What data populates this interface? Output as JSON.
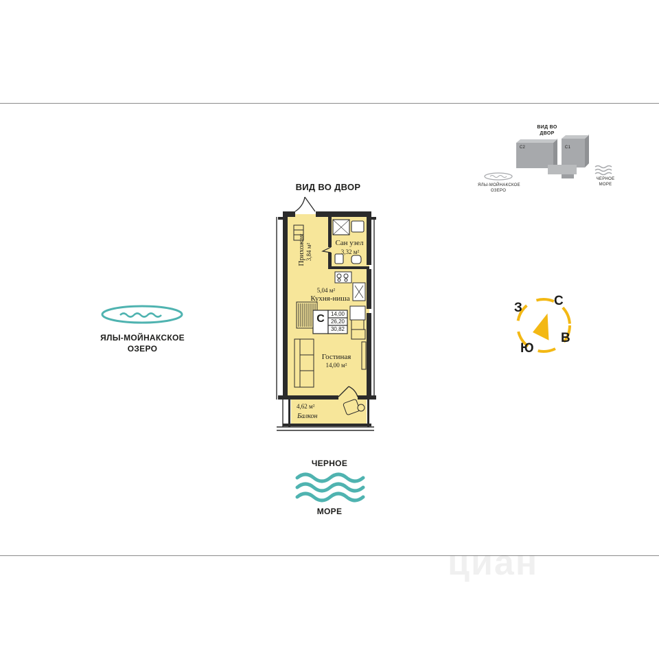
{
  "view_label": "ВИД ВО ДВОР",
  "lake": {
    "line1": "ЯЛЫ-МОЙНАКСКОЕ",
    "line2": "ОЗЕРО"
  },
  "sea": {
    "top": "ЧЕРНОЕ",
    "bottom": "МОРЕ"
  },
  "compass": {
    "north": "С",
    "east": "В",
    "south": "Ю",
    "west": "З"
  },
  "minimap": {
    "view_line1": "ВИД ВО",
    "view_line2": "ДВОР",
    "building_c2": "С2",
    "building_c1": "С1",
    "lake_line1": "ЯЛЫ-МОЙНАКСКОЕ",
    "lake_line2": "ОЗЕРО",
    "sea_line1": "ЧЕРНОЕ",
    "sea_line2": "МОРЕ"
  },
  "rooms": {
    "hallway": {
      "name": "Прихожая",
      "area": "3,84 м²"
    },
    "bathroom": {
      "name": "Сан узел",
      "area": "3,32 м²"
    },
    "kitchen": {
      "name": "Кухня-ниша",
      "area": "5,04 м²"
    },
    "living": {
      "name": "Гостиная",
      "area": "14,00 м²"
    },
    "balcony": {
      "name": "Балкон",
      "area": "4,62 м²"
    }
  },
  "apartment": {
    "type": "С",
    "living_area": "14,00",
    "total_area": "26,20",
    "area_with_balcony": "30,82"
  },
  "watermark": "циан",
  "colors": {
    "teal": "#4fb3b0",
    "gold": "#f3b814",
    "floor": "#f7e69a",
    "wall": "#2b2b2b"
  }
}
